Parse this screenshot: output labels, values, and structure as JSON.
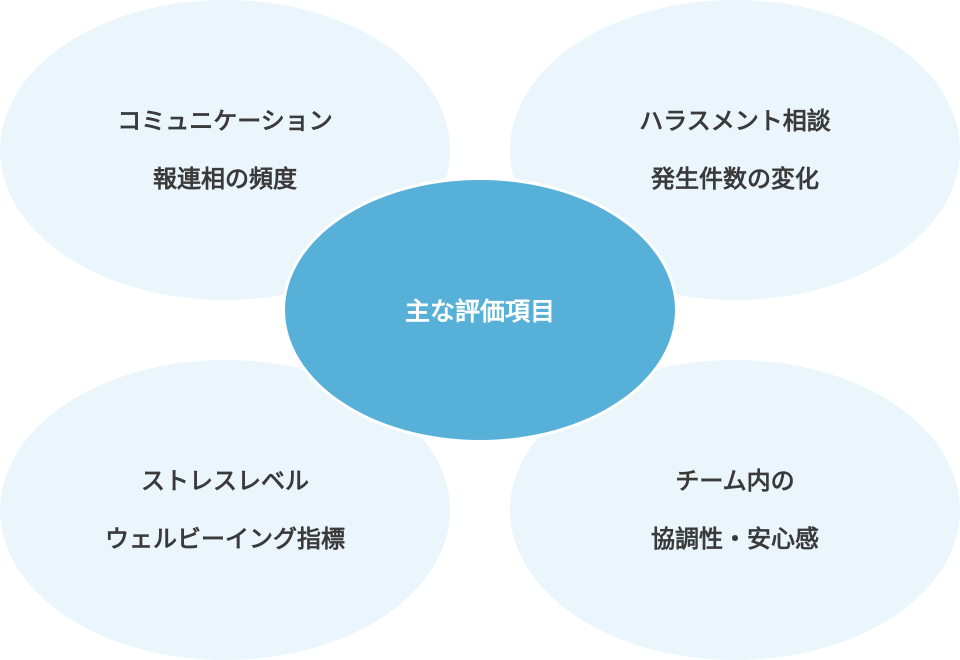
{
  "center": {
    "label": "主な評価項目"
  },
  "items": [
    {
      "line1": "コミュニケーション",
      "line2": "報連相の頻度"
    },
    {
      "line1": "ハラスメント相談",
      "line2": "発生件数の変化"
    },
    {
      "line1": "ストレスレベル",
      "line2": "ウェルビーイング指標"
    },
    {
      "line1": "チーム内の",
      "line2": "協調性・安心感"
    }
  ],
  "colors": {
    "outer": "#ebf5fc",
    "center": "#57b0d7",
    "text": "#3a3a3a"
  }
}
